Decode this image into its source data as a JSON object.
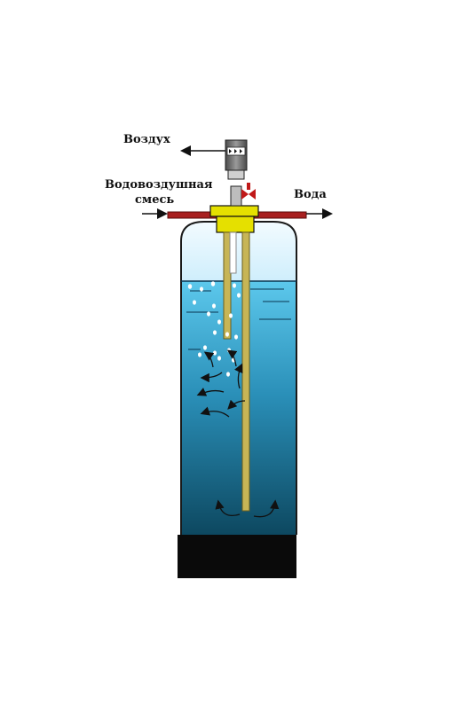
{
  "labels": {
    "air": "Воздух",
    "mixture_line1": "Водовоздушная",
    "mixture_line2": "смесь",
    "water": "Вода"
  },
  "colors": {
    "water_top": "#5cc8ec",
    "water_bottom": "#0d4860",
    "air_space": "#dff4ff",
    "tank_outline": "#1a1a1a",
    "base": "#0a0a0a",
    "pipe": "#c7b556",
    "valve_head": "#6a6a6a",
    "pipe_red": "#a82020",
    "cap_yellow": "#e5e000"
  }
}
